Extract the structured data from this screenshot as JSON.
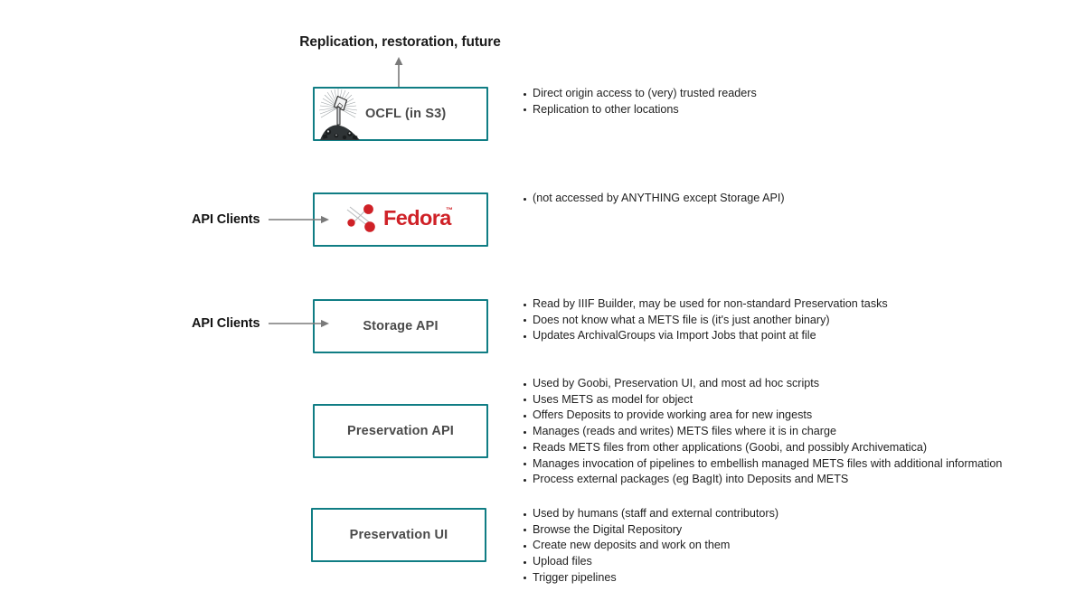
{
  "diagram": {
    "title": "Replication, restoration, future",
    "accent_color": "#107d84",
    "arrow_color": "#7a7a7a",
    "fedora_red": "#cf2127",
    "nodes": [
      {
        "id": "ocfl",
        "label": "OCFL (in S3)",
        "logo": "ocfl-logo"
      },
      {
        "id": "fedora",
        "label": "Fedora",
        "logo": "fedora-logo",
        "trademark": "™"
      },
      {
        "id": "storage",
        "label": "Storage API",
        "logo": ""
      },
      {
        "id": "presapi",
        "label": "Preservation API",
        "logo": ""
      },
      {
        "id": "presui",
        "label": "Preservation UI",
        "logo": ""
      }
    ],
    "clients": [
      {
        "id": "client-fedora",
        "label": "API Clients",
        "target": "fedora"
      },
      {
        "id": "client-storage",
        "label": "API Clients",
        "target": "storage"
      }
    ],
    "annotations": {
      "ocfl": [
        "Direct origin access to (very) trusted readers",
        "Replication to other locations"
      ],
      "fedora": [
        "(not accessed by ANYTHING except Storage API)"
      ],
      "storage": [
        "Read by IIIF Builder, may be used for non-standard Preservation tasks",
        "Does not know what a METS file is (it's just another binary)",
        "Updates ArchivalGroups via Import Jobs that point at file"
      ],
      "presapi": [
        "Used by Goobi, Preservation UI, and most ad hoc scripts",
        "Uses METS as model for object",
        "Offers Deposits to provide working area for new ingests",
        "Manages (reads and writes) METS files where it is in charge",
        "Reads METS files from other applications (Goobi, and possibly Archivematica)",
        "Manages invocation of pipelines to embellish managed METS files with additional information",
        "Process external packages (eg BagIt) into Deposits and METS"
      ],
      "presui": [
        "Used by humans (staff and external contributors)",
        "Browse the Digital Repository",
        "Create new deposits and work on them",
        "Upload files",
        "Trigger pipelines"
      ]
    }
  }
}
